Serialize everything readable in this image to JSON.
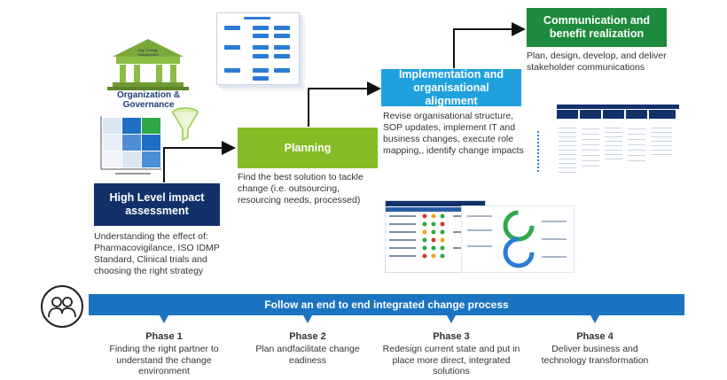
{
  "stages": {
    "impact": {
      "title": "High Level impact assessment",
      "desc": "Understanding the effect of: Pharmacovigilance, ISO IDMP Standard, Clinical trials and choosing the right strategy",
      "color": "#12316b"
    },
    "planning": {
      "title": "Planning",
      "desc": "Find the best solution to tackle change (i.e. outsourcing, resourcing needs, processed)",
      "color": "#86bc25"
    },
    "implementation": {
      "title": "Implementation and organisational alignment",
      "desc": "Revise organisational structure, SOP updates, implement IT and business changes, execute role mapping,, identify change impacts",
      "color": "#1ea1dc"
    },
    "communication": {
      "title": "Communication and benefit realization",
      "desc": "Plan, design, develop, and deliver stakeholder communications",
      "color": "#1e8a3c"
    }
  },
  "governance": {
    "label": "Organization & Governance",
    "building_text": "Org. Change Management"
  },
  "banner": {
    "text": "Follow an end to end integrated change process",
    "color": "#1a74c2"
  },
  "phases": [
    {
      "title": "Phase 1",
      "desc": "Finding the right partner to understand the change environment"
    },
    {
      "title": "Phase 2",
      "desc": "Plan andfacilitate change eadiness"
    },
    {
      "title": "Phase 3",
      "desc": "Redesign current state and put in place more direct, integrated solutions"
    },
    {
      "title": "Phase 4",
      "desc": "Deliver business and technology transformation"
    }
  ],
  "icons": {
    "people": "people-group-icon",
    "funnel": "funnel-icon",
    "building": "governance-building-icon"
  }
}
